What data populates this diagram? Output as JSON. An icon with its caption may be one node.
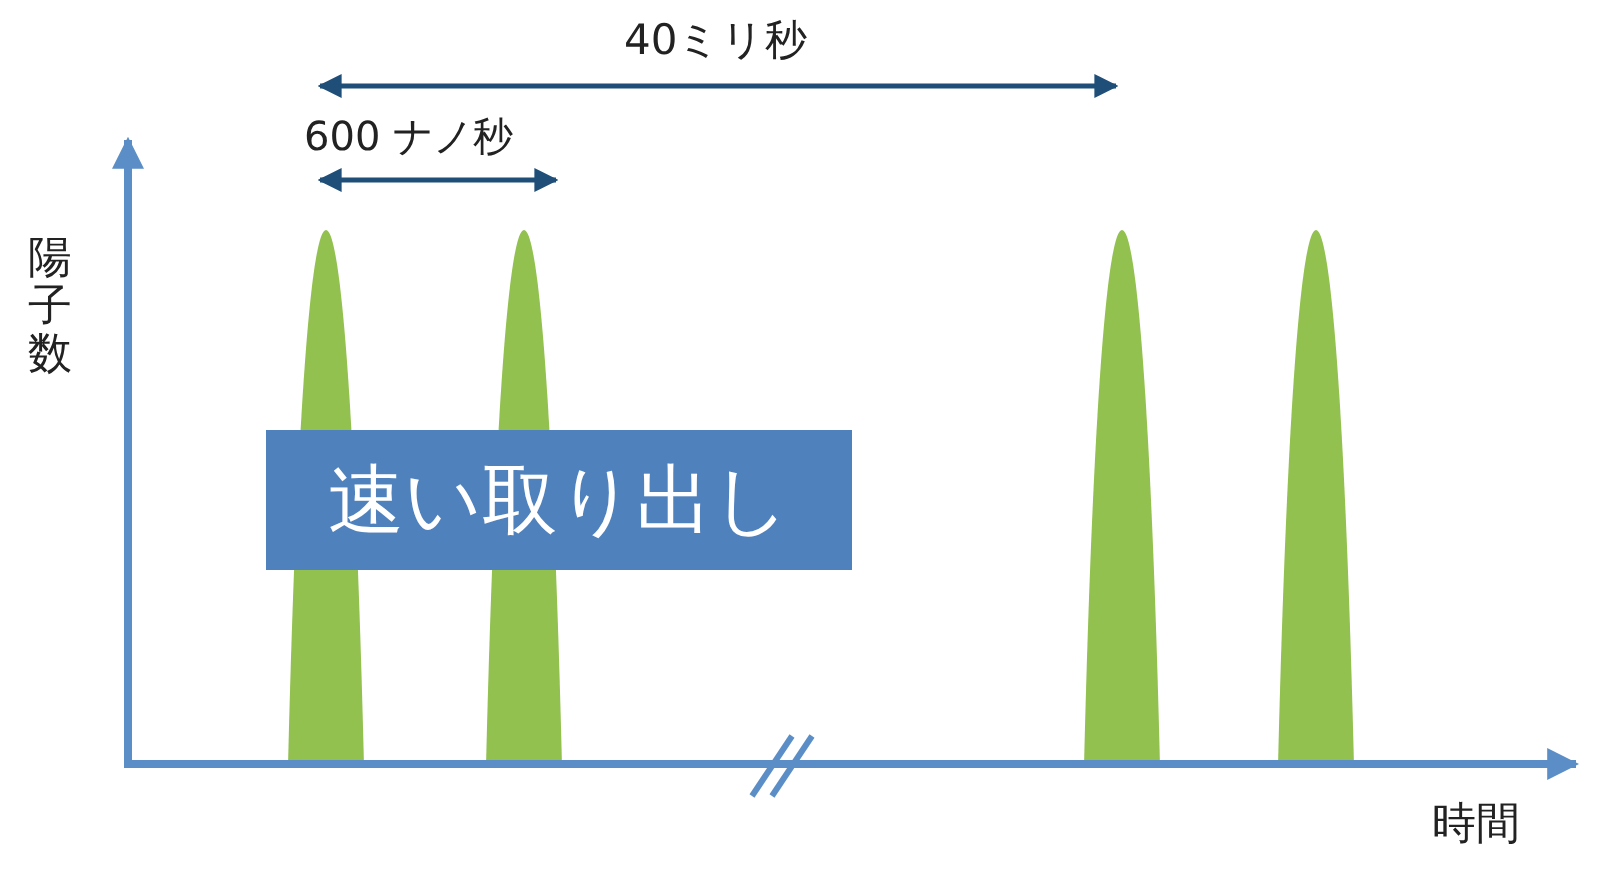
{
  "diagram": {
    "nodes": [
      {
        "text": [
          "速い取り出し"
        ]
      }
    ],
    "labels": [
      "40ミリ秒",
      "600 ナノ秒",
      "陽子数",
      "時間"
    ]
  }
}
